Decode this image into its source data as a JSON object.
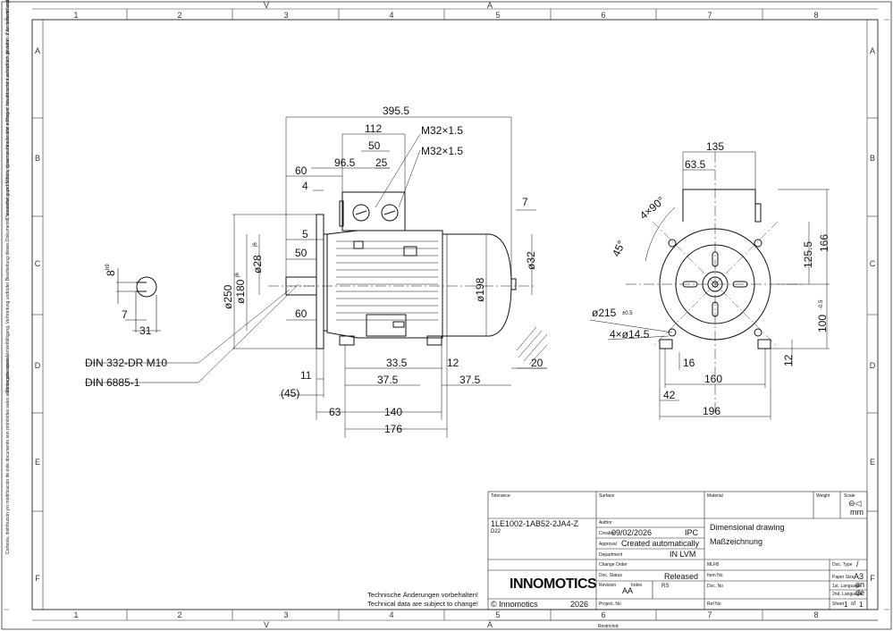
{
  "frame": {
    "columns": [
      "1",
      "2",
      "3",
      "4",
      "5",
      "6",
      "7",
      "8"
    ],
    "rows": [
      "A",
      "B",
      "C",
      "D",
      "E",
      "F"
    ],
    "top_markers": [
      "V",
      "A"
    ],
    "bottom_markers": [
      "V",
      "A"
    ]
  },
  "side_notes": [
    "Transmittal, reproduction, dissemination and/or editing of this document as well as utilization of its contents and communication thereof to others without express authorization are prohibited. Offenders will be held liable for payment of damages. All rights created by patent grant or registration of a utility model or design patent are reserved.",
    "Weitergabe sowie Vervielfältigung, Verbreitung und/oder Bearbeitung dieses Dokuments, Verwertung und Mitteilung seines Inhalts sind verboten, soweit nicht ausdrücklich gestattet. Zuwiderhandlungen verpflichten zu Schadenersatz.",
    "Cortesía, distribución y/o modificación de este documento son prohibidas salvo autorización expresa."
  ],
  "dimensions": {
    "overall_length": "395.5",
    "terminal_box_width": "112",
    "terminal_spacing": "50",
    "terminal_offset": "96.5",
    "terminal_small": "25",
    "cable_gland_1": "M32×1.5",
    "cable_gland_2": "M32×1.5",
    "flange_to_box": "60",
    "flange_thickness": "4",
    "spigot_depth": "5",
    "shaft_length": "50",
    "shaft_dia": "ø28",
    "shaft_tol": "j6",
    "spigot_dia": "ø180",
    "spigot_tol": "j6",
    "flange_dia": "ø250",
    "shaft_end_len": "60",
    "fan_cover_dia": "ø198",
    "rear_shaft": "ø32",
    "rear_offset": "7",
    "foot_a": "33.5",
    "foot_b": "12",
    "foot_c": "37.5",
    "foot_d": "37.5",
    "foot_e": "11",
    "foot_f": "(45)",
    "foot_g": "63",
    "foot_h": "140",
    "foot_i": "176",
    "foot_j": "20",
    "key_height": "8",
    "key_tol": "h9",
    "key_width": "7",
    "key_depth": "31",
    "thread_ref": "DIN 332-DR M10",
    "key_ref": "DIN 6885-1",
    "front_top_width": "135",
    "front_half_width": "63.5",
    "angle_1": "4×90°",
    "angle_2": "45°",
    "front_height_1": "125.5",
    "front_height_2": "166",
    "pcd": "ø215",
    "pcd_tol": "±0.5",
    "holes": "4×ø14.5",
    "shaft_height": "100",
    "shaft_height_tol": "-0.5",
    "foot_thk": "12",
    "foot_hole": "16",
    "foot_spacing": "160",
    "foot_edge": "42",
    "foot_width": "196"
  },
  "title_block": {
    "tolerance_label": "Tolerance",
    "surface_label": "Surface",
    "material_label": "Material",
    "weight_label": "Weight",
    "scale_label": "Scale",
    "scale_unit": "mm",
    "part_number": "1LE1002-1AB52-2JA4-Z",
    "part_suffix": "D22",
    "author_label": "Author",
    "creation_label": "Creation",
    "creation_date": "09/02/2026",
    "creation_org": "IPC",
    "approval_label": "Approval",
    "approval_value": "Created automatically",
    "department_label": "Department",
    "department_value": "IN LVM",
    "title_en": "Dimensional drawing",
    "title_de": "Maßzeichnung",
    "change_order_label": "Change Order",
    "mlfb_label": "MLFB",
    "doc_type_label": "Doc. Type",
    "doc_type_value": "/",
    "company": "INNOMOTICS",
    "doc_status_label": "Doc. Status",
    "doc_status_value": "Released",
    "item_no_label": "Item No",
    "paper_size_label": "Paper Size",
    "paper_size_value": "A3",
    "revision_label": "Revision",
    "revision_value": "AA",
    "index_label": "Index",
    "index_value": "RS",
    "doc_no_label": "Doc. No",
    "first_lang_label": "1st. Language",
    "first_lang_value": "en",
    "second_lang_label": "2nd. Language",
    "second_lang_value": "de",
    "copyright": "© Innomotics",
    "year": "2026",
    "project_label": "Project. No",
    "ref_no_label": "Ref No",
    "sheet_label": "Sheet",
    "sheet_value": "1",
    "sheet_of": "of",
    "sheet_total": "1",
    "restricted": "Restricted"
  },
  "notes": {
    "de": "Technische Änderungen vorbehalten!",
    "en": "Technical data are subject to change!"
  }
}
